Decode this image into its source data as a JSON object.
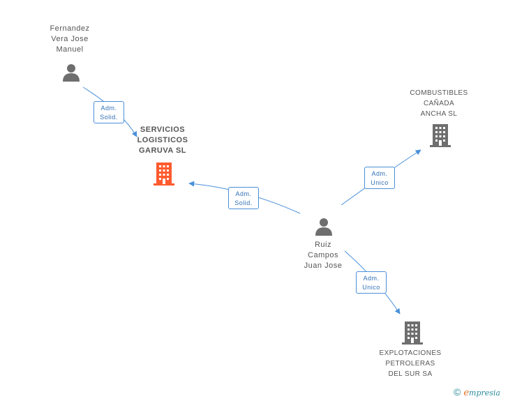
{
  "nodes": {
    "fernandez": {
      "label": "Fernandez\nVera Jose\nManuel",
      "icon": "person-icon"
    },
    "servicios": {
      "label": "SERVICIOS\nLOGISTICOS\nGARUVA SL",
      "icon": "building-icon",
      "color": "#ff5b2e"
    },
    "combustibles": {
      "label": "COMBUSTIBLES\nCAÑADA\nANCHA SL",
      "icon": "building-icon",
      "color": "#6e6e6e"
    },
    "ruiz": {
      "label": "Ruiz\nCampos\nJuan Jose",
      "icon": "person-icon"
    },
    "explotaciones": {
      "label": "EXPLOTACIONES\nPETROLERAS\nDEL SUR SA",
      "icon": "building-icon",
      "color": "#6e6e6e"
    }
  },
  "edges": [
    {
      "line1": "Adm.",
      "line2": "Solid."
    },
    {
      "line1": "Adm.",
      "line2": "Solid."
    },
    {
      "line1": "Adm.",
      "line2": "Unico"
    },
    {
      "line1": "Adm.",
      "line2": "Unico"
    }
  ],
  "colors": {
    "edge": "#4a90d9",
    "person": "#6e6e6e"
  },
  "brand": {
    "copyright": "©",
    "initial": "e",
    "name": "mpresia"
  }
}
